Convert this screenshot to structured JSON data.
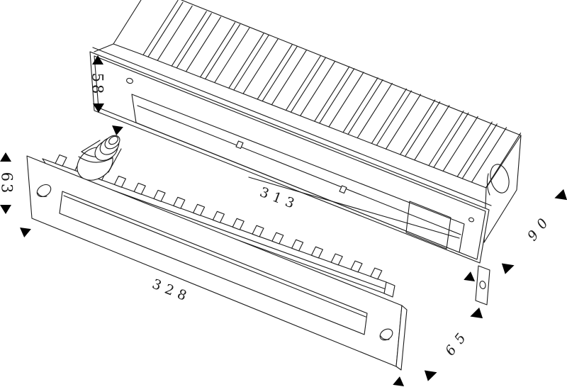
{
  "canvas": {
    "background": "#ffffff",
    "line_color": "#1b1b1b",
    "arrow_color": "#000000"
  },
  "dimensions": {
    "housing_height": "58",
    "housing_cutout_length": "313",
    "housing_depth": "90",
    "faceplate_height": "63",
    "faceplate_length": "328",
    "faceplate_depth": "65"
  }
}
